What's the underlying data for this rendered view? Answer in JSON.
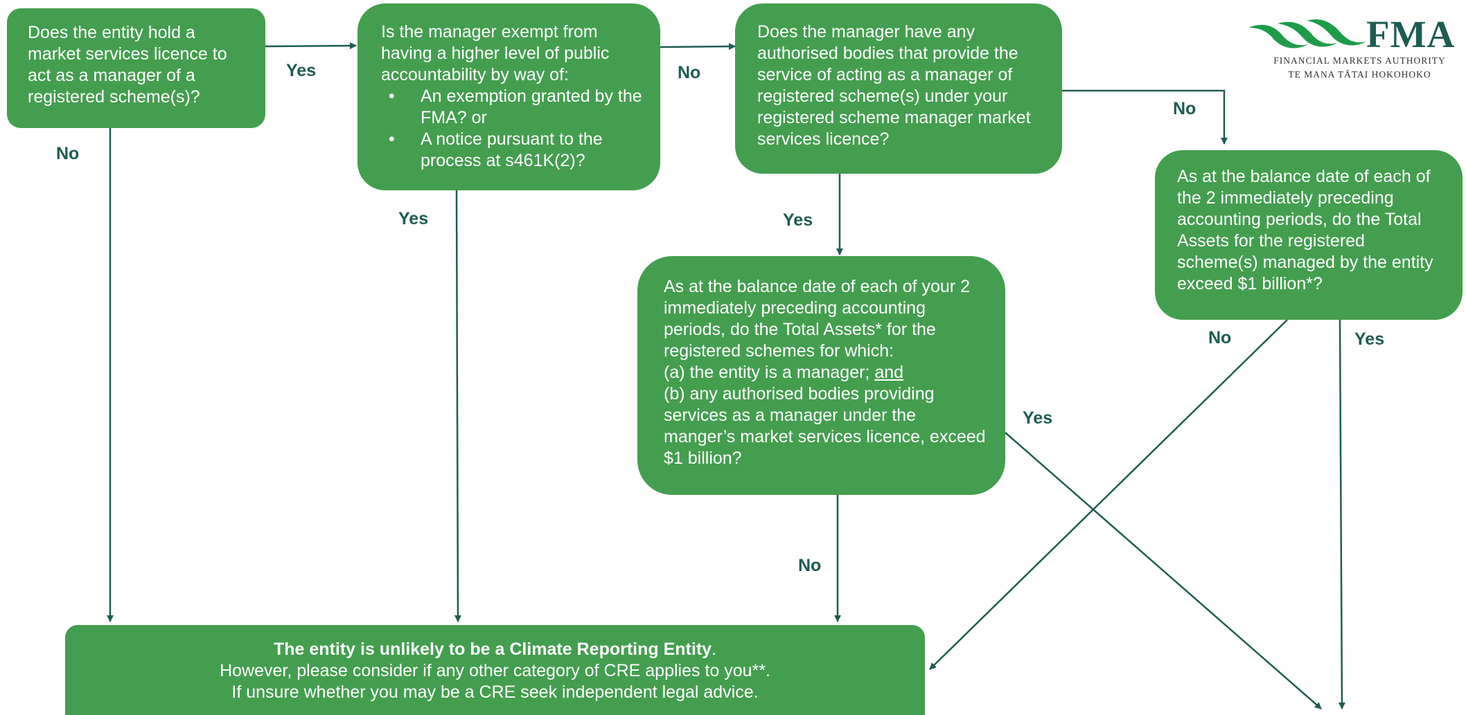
{
  "colors": {
    "box_fill": "#449e4f",
    "arrow": "#1e5c52",
    "label": "#1e5c52",
    "box_text": "#ffffff"
  },
  "nodes": {
    "q1": {
      "text": "Does the entity hold a market services licence to act as a manager of a registered scheme(s)?"
    },
    "q2": {
      "intro": "Is the manager exempt from having a higher level of public accountability by way of:",
      "bullets": [
        "An exemption granted by the FMA? or",
        "A notice pursuant to the process at s461K(2)?"
      ]
    },
    "q3": {
      "text": "Does the manager have any authorised bodies that provide the service of acting as a manager of registered scheme(s) under your registered scheme manager market services licence?"
    },
    "q4": {
      "intro": "As at the balance date of each of your 2 immediately preceding accounting periods, do the Total Assets* for the registered schemes for which:",
      "line_a_prefix": "(a) the entity is a manager; ",
      "line_a_underlined": "and",
      "line_b": "(b) any authorised bodies providing services as a manager under the manger’s market services licence, exceed $1 billion?"
    },
    "q5": {
      "text": "As at the balance date of each of the 2 immediately preceding accounting periods, do the Total Assets for the registered scheme(s) managed by the entity exceed $1 billion*?"
    },
    "result": {
      "bold": "The entity is unlikely to be a Climate Reporting Entity",
      "bold_suffix": ".",
      "line2": "However, please consider if any other category of CRE applies to you**.",
      "line3": "If unsure whether you may be a CRE seek independent legal advice."
    }
  },
  "edge_labels": {
    "q1_yes": "Yes",
    "q1_no": "No",
    "q2_no": "No",
    "q2_yes": "Yes",
    "q3_no": "No",
    "q3_yes": "Yes",
    "q4_yes": "Yes",
    "q4_no": "No",
    "q5_no": "No",
    "q5_yes": "Yes"
  },
  "logo": {
    "icon": "fma-wave-logo-icon",
    "wordmark": "FMA",
    "subtitle_line1": "FINANCIAL MARKETS AUTHORITY",
    "subtitle_line2": "TE MANA TĀTAI HOKOHOKO"
  }
}
